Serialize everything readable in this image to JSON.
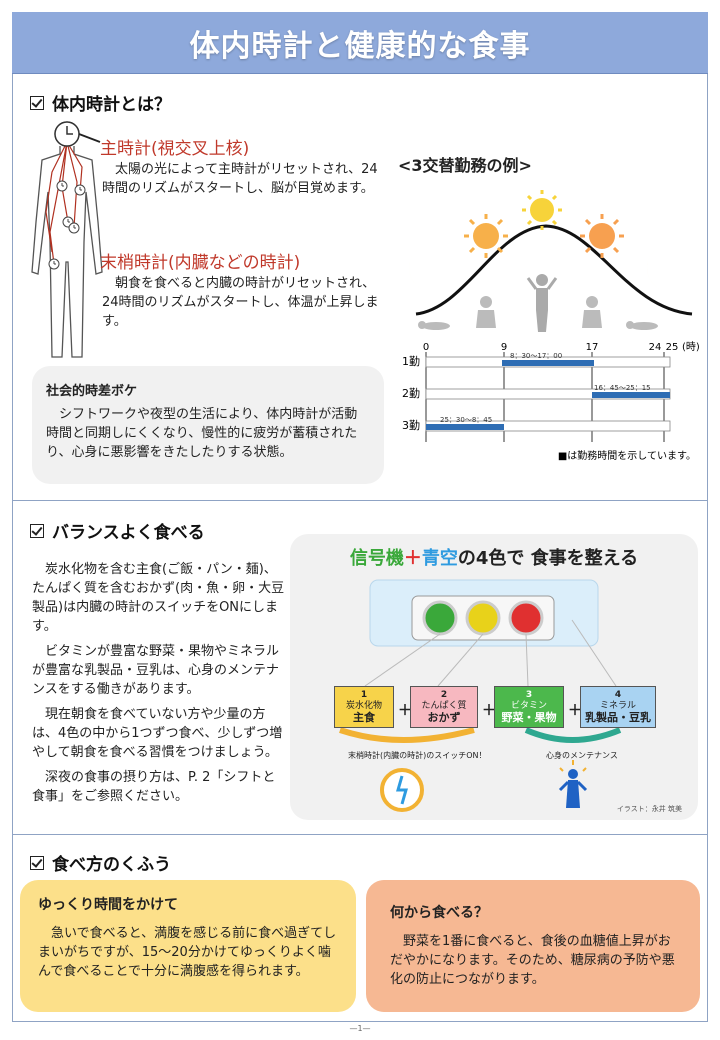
{
  "title": "体内時計と健康的な食事",
  "sec1": {
    "heading": "体内時計とは？",
    "master": {
      "heading": "主時計(視交叉上核)",
      "text": "太陽の光によって主時計がリセットされ、24時間のリズムがスタートし、脳が目覚めます。"
    },
    "peripheral": {
      "heading": "末梢時計(内臓などの時計)",
      "text": "朝食を食べると内臓の時計がリセットされ、24時間のリズムがスタートし、体温が上昇します。"
    },
    "jetlag": {
      "title": "社会的時差ボケ",
      "text": "シフトワークや夜型の生活により、体内時計が活動時間と同期しにくくなり、慢性的に疲労が蓄積されたり、心身に悪影響をきたしたりする状態。"
    },
    "shift": {
      "heading": "<3交替勤務の例>",
      "ticks": [
        "0",
        "9",
        "17",
        "24",
        "25",
        "(時)"
      ],
      "rows": [
        {
          "label": "1勤",
          "time": "8：30〜17：00"
        },
        {
          "label": "2勤",
          "time": "16：45〜25：15"
        },
        {
          "label": "3勤",
          "time": "25：30〜8：45"
        }
      ],
      "legend": "■は勤務時間を示しています。",
      "legend_color": "#2e6db4"
    }
  },
  "sec2": {
    "heading": "バランスよく食べる",
    "paras": [
      "炭水化物を含む主食(ご飯・パン・麺)、たんぱく質を含むおかず(肉・魚・卵・大豆製品)は内臓の時計のスイッチをONにします。",
      "ビタミンが豊富な野菜・果物やミネラルが豊富な乳製品・豆乳は、心身のメンテナンスをする働きがあります。",
      "現在朝食を食べていない方や少量の方は、4色の中から1つずつ食べ、少しずつ増やして朝食を食べる習慣をつけましょう。",
      "深夜の食事の摂り方は、P. 2「シフトと食事」をご参照ください。"
    ],
    "signal": {
      "title_a": "信号機",
      "plus1": "＋",
      "title_b": "青空",
      "title_c": "の4色で 食事を整える",
      "colors": {
        "green": "#3aa83a",
        "yellow": "#e8d21a",
        "red": "#e03030",
        "sky": "#2e9be0",
        "orange": "#f2b233"
      },
      "boxes": [
        {
          "num": "1",
          "sub": "炭水化物",
          "main": "主食",
          "color": "#f7d34a"
        },
        {
          "num": "2",
          "sub": "たんぱく質",
          "main": "おかず",
          "color": "#f7b8c0"
        },
        {
          "num": "3",
          "sub": "ビタミン",
          "main": "野菜・果物",
          "color": "#4cb84c"
        },
        {
          "num": "4",
          "sub": "ミネラル",
          "main": "乳製品・豆乳",
          "color": "#a9d3f2"
        }
      ],
      "plus": "＋",
      "caption_left": "末梢時計(内臓の時計)のスイッチON！",
      "caption_right": "心身のメンテナンス",
      "credit": "イラスト：永井 筑美"
    }
  },
  "sec3": {
    "heading": "食べ方のくふう",
    "slow": {
      "title": "ゆっくり時間をかけて",
      "text": "急いで食べると、満腹を感じる前に食べ過ぎてしまいがちですが、15〜20分かけてゆっくりよく噛んで食べることで十分に満腹感を得られます。"
    },
    "order": {
      "title": "何から食べる？",
      "text": "野菜を1番に食べると、食後の血糖値上昇がおだやかになります。そのため、糖尿病の予防や悪化の防止につながります。"
    }
  },
  "footer": "—1—"
}
